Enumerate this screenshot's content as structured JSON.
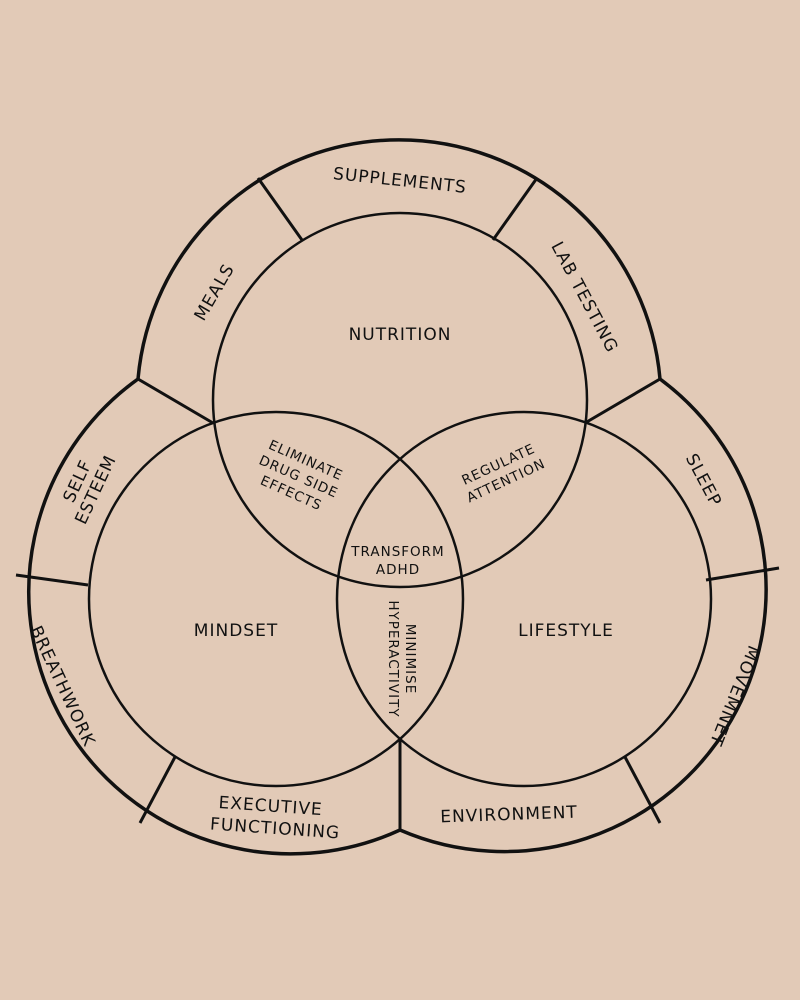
{
  "colors": {
    "background": "#e2cab7",
    "ink": "#111111"
  },
  "circles": {
    "nutrition": "NUTRITION",
    "mindset": "MINDSET",
    "lifestyle": "LIFESTYLE"
  },
  "overlaps": {
    "nutrition_mindset": [
      "ELIMINATE",
      "DRUG SIDE",
      "EFFECTS"
    ],
    "nutrition_lifestyle": [
      "REGULATE",
      "ATTENTION"
    ],
    "mindset_lifestyle": [
      "MINIMISE",
      "HYPERACTIVITY"
    ],
    "center": [
      "TRANSFORM",
      "ADHD"
    ]
  },
  "ring_segments": {
    "meals": "MEALS",
    "supplements": "SUPPLEMENTS",
    "lab_testing": "LAB TESTING",
    "self_esteem": [
      "SELF",
      "ESTEEM"
    ],
    "breathwork": "BREATHWORK",
    "executive_functioning": [
      "EXECUTIVE",
      "FUNCTIONING"
    ],
    "sleep": "SLEEP",
    "movement": "MOVEMNET",
    "environment": "ENVIRONMENT"
  }
}
